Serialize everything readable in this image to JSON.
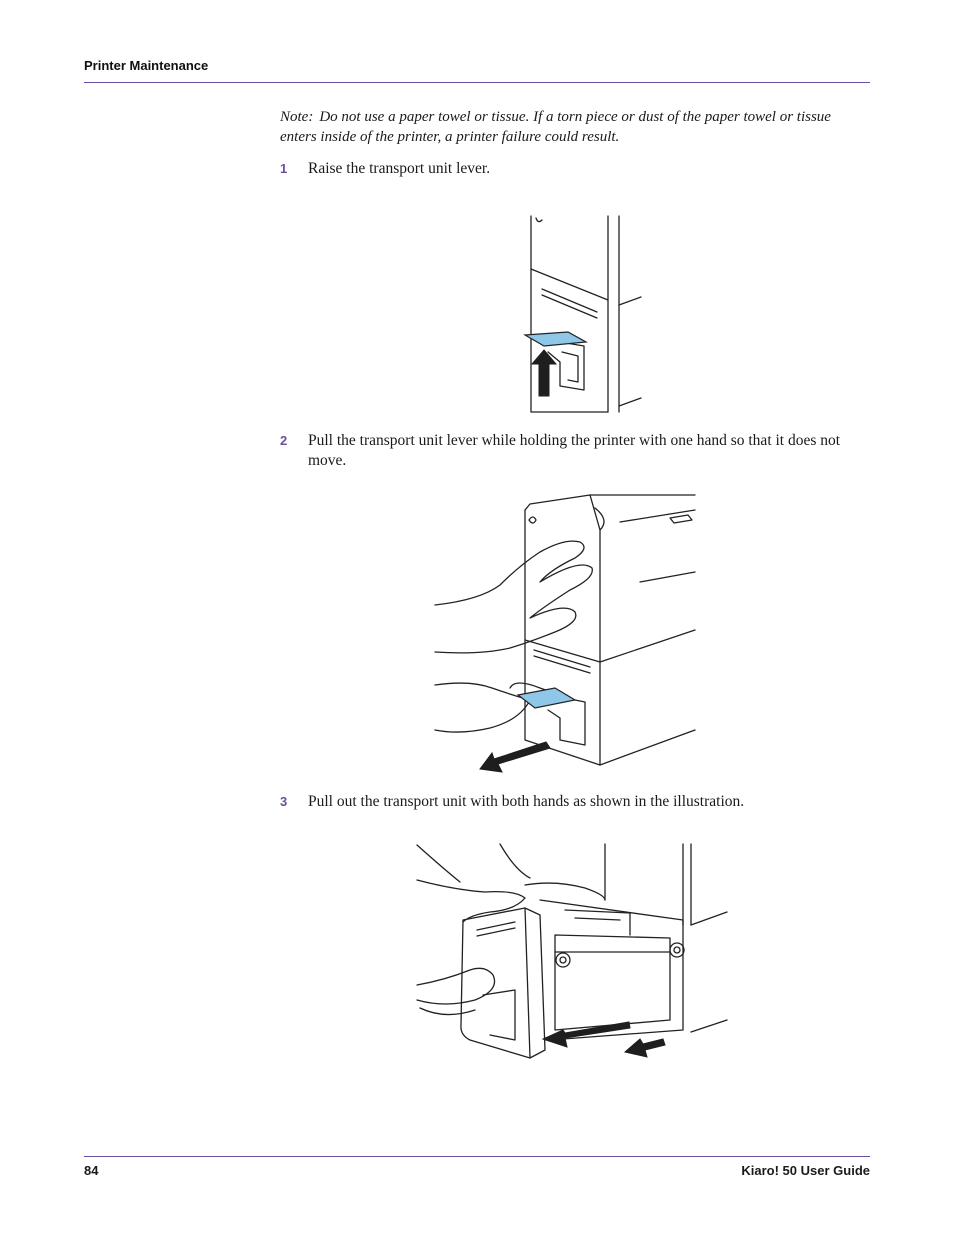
{
  "header": {
    "title": "Printer Maintenance"
  },
  "note": {
    "label": "Note:",
    "text": "Do not use a paper towel or tissue. If a torn piece or dust of the paper towel or tissue enters inside of the printer, a printer failure could result."
  },
  "steps": [
    {
      "number": "1",
      "text": "Raise the transport unit lever."
    },
    {
      "number": "2",
      "text": "Pull the transport unit lever while holding the printer with one hand so that it does not move."
    },
    {
      "number": "3",
      "text": "Pull out the transport unit with both hands as shown in the illustration."
    }
  ],
  "footer": {
    "page_number": "84",
    "guide_title": "Kiaro! 50 User Guide"
  },
  "colors": {
    "accent": "#6b4fa0",
    "lever": "#8fc7e8"
  }
}
